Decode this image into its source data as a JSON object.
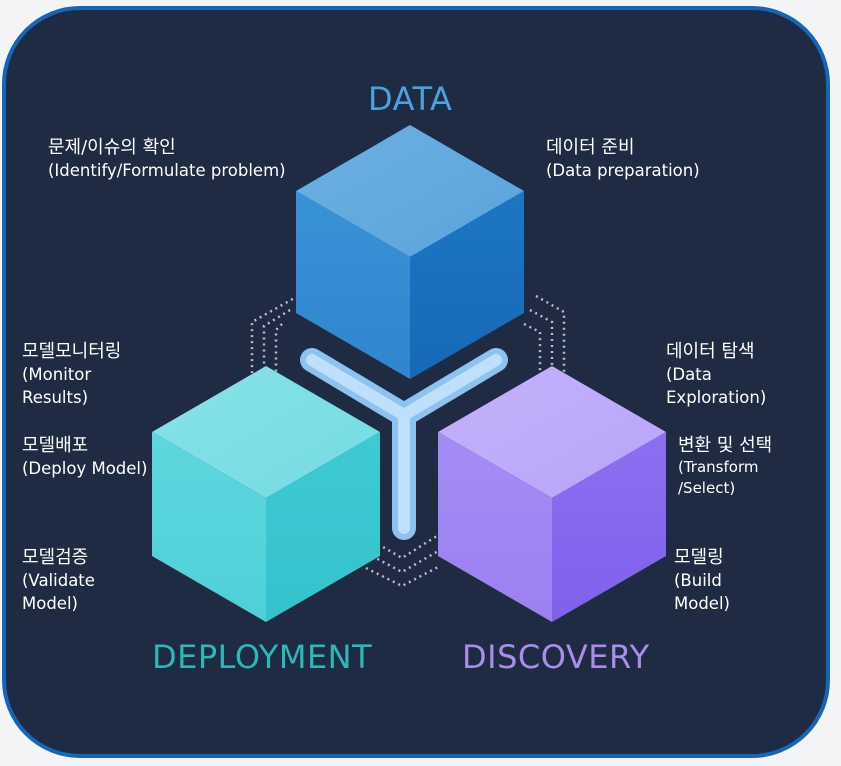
{
  "titles": {
    "data": "DATA",
    "deployment": "DEPLOYMENT",
    "discovery": "DISCOVERY"
  },
  "labels": {
    "identify": {
      "ko": "문제/이슈의 확인",
      "en": "(Identify/Formulate problem)"
    },
    "prep": {
      "ko": "데이터 준비",
      "en": "(Data preparation)"
    },
    "monitor": {
      "ko": "모델모니터링",
      "en1": "(Monitor",
      "en2": "Results)"
    },
    "deploy": {
      "ko": "모델배포",
      "en": "(Deploy Model)"
    },
    "validate": {
      "ko": "모델검증",
      "en1": "(Validate",
      "en2": "Model)"
    },
    "explore": {
      "ko": "데이터 탐색",
      "en1": "(Data",
      "en2": "Exploration)"
    },
    "transform": {
      "ko": "변환 및 선택",
      "en1": "(Transform",
      "en2": "/Select)"
    },
    "build": {
      "ko": "모델링",
      "en1": "(Build",
      "en2": "Model)"
    }
  },
  "colors": {
    "background": "#1f2b42",
    "border": "#1565b8",
    "data_title": "#4aa3df",
    "deployment_title": "#2bb8b8",
    "discovery_title": "#a98de8"
  }
}
